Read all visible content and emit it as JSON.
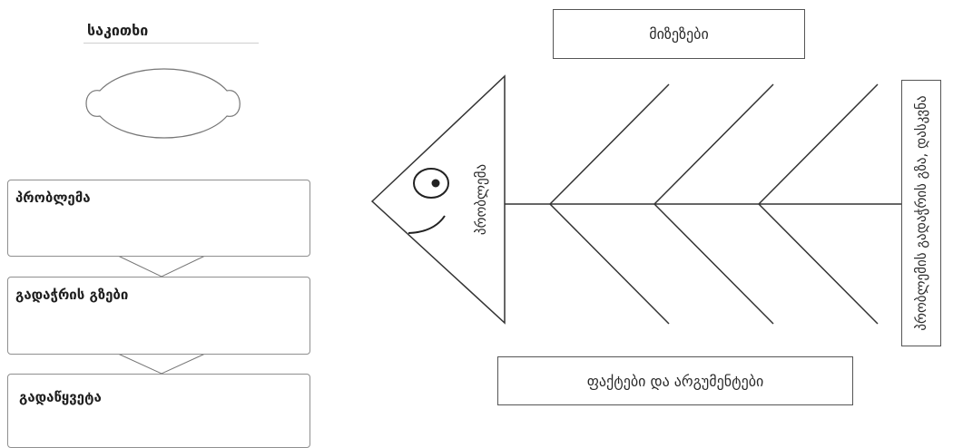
{
  "flow": {
    "topic_label": "საკითხი",
    "problem_label": "პრობლემა",
    "solutions_label": "გადაჭრის გზები",
    "decision_label": "გადაწყვეტა"
  },
  "fishbone": {
    "head_label": "პრობლემა",
    "causes_label": "მიზეზები",
    "facts_label": "ფაქტები და არგუმენტები",
    "conclusion_label": "პრობლემის გადაჭრის გზა, დასკვნა"
  }
}
